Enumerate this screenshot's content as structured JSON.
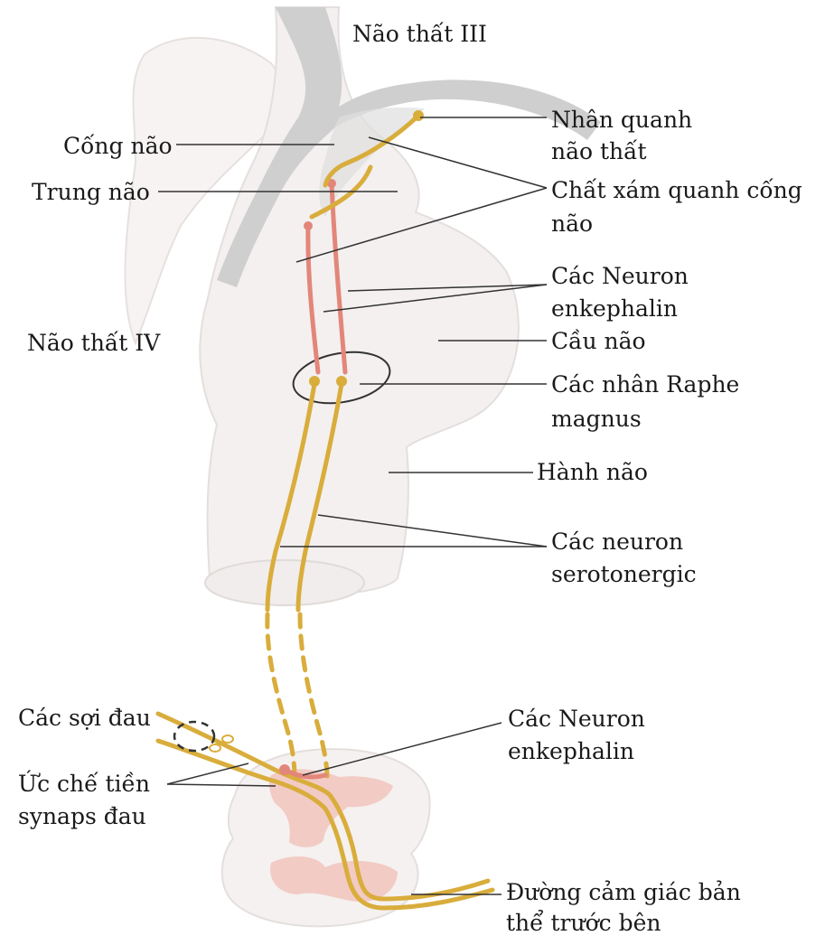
{
  "labels": {
    "third_ventricle": "Não thất III",
    "periventricular_nucleus_1": "Nhân quanh",
    "periventricular_nucleus_2": "não thất",
    "aqueduct": "Cống não",
    "midbrain": "Trung não",
    "periaqueductal_gray_1": "Chất xám quanh cống",
    "periaqueductal_gray_2": "não",
    "enkephalin_neurons_1": "Các Neuron",
    "enkephalin_neurons_2": "enkephalin",
    "fourth_ventricle": "Não thất IV",
    "pons": "Cầu não",
    "raphe_magnus_1": "Các nhân Raphe",
    "raphe_magnus_2": "magnus",
    "medulla": "Hành não",
    "serotonergic_neurons_1": "Các neuron",
    "serotonergic_neurons_2": "serotonergic",
    "pain_fibers": "Các sợi đau",
    "spinal_enkephalin_neurons_1": "Các Neuron",
    "spinal_enkephalin_neurons_2": "enkephalin",
    "presynaptic_inhibition_1": "Ức chế tiền",
    "presynaptic_inhibition_2": "synaps đau",
    "anterolateral_pathway_1": "Đường cảm giác bản",
    "anterolateral_pathway_2": "thể trước bên"
  },
  "colors": {
    "brainstem": "#f3f0ef",
    "brainstem_outline": "#e3dfdd",
    "ventricle_gray": "#cfcfcf",
    "serotonergic": "#d9ad3c",
    "enkephalin": "#e3867a",
    "gray_matter": "#f2c6c0",
    "leader_line": "#333333"
  }
}
